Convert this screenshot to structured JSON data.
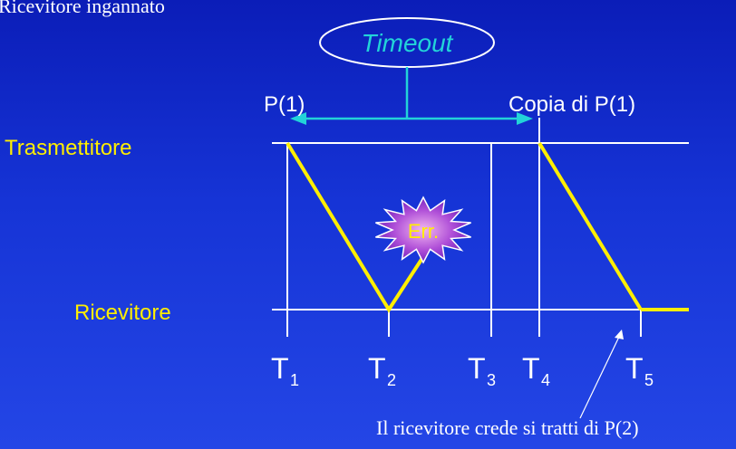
{
  "slide_title": "Ricevitore ingannato",
  "timeout_label": "Timeout",
  "packet_label": "P(1)",
  "copy_label": "Copia di P(1)",
  "sender_label": "Trasmettitore",
  "receiver_label": "Ricevitore",
  "error_label": "Err.",
  "time_symbol": "T",
  "time_indices": [
    "1",
    "2",
    "3",
    "4",
    "5"
  ],
  "annotation": "Il ricevitore crede si tratti di P(2)",
  "colors": {
    "background_top": "#0b1db8",
    "background_bottom": "#2446e6",
    "line": "#ffffff",
    "packet": "#ffee00",
    "timeout": "#22d3d8",
    "label_yellow": "#ffee00",
    "burst": "#7b22c8"
  }
}
